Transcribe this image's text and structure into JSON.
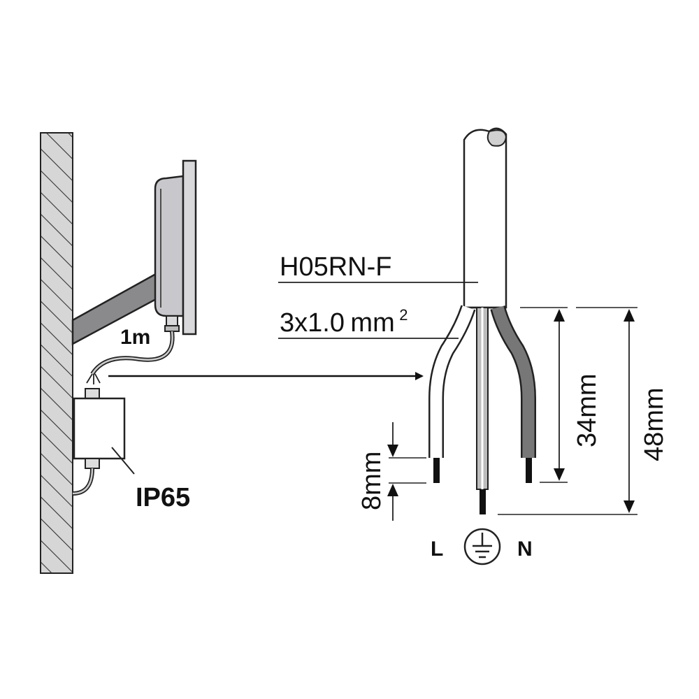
{
  "labels": {
    "cable_type": "H05RN-F",
    "cross_section": "3x1.0",
    "cross_section_unit": "mm",
    "cross_section_exp": "2",
    "cable_length": "1m",
    "ip_rating": "IP65",
    "dim_strip": "8mm",
    "dim_short": "34mm",
    "dim_long": "48mm",
    "wire_live": "L",
    "wire_neutral": "N"
  },
  "icons": {
    "earth": "earth-ground-icon"
  },
  "colors": {
    "line": "#1a1a1a",
    "wall_hatch": "#555555",
    "housing_fill": "#c8c8cc",
    "arm_fill": "#8a8a8c",
    "neutral_wire": "#777777",
    "earth_wire": "#bdbdbd",
    "background": "#ffffff"
  }
}
